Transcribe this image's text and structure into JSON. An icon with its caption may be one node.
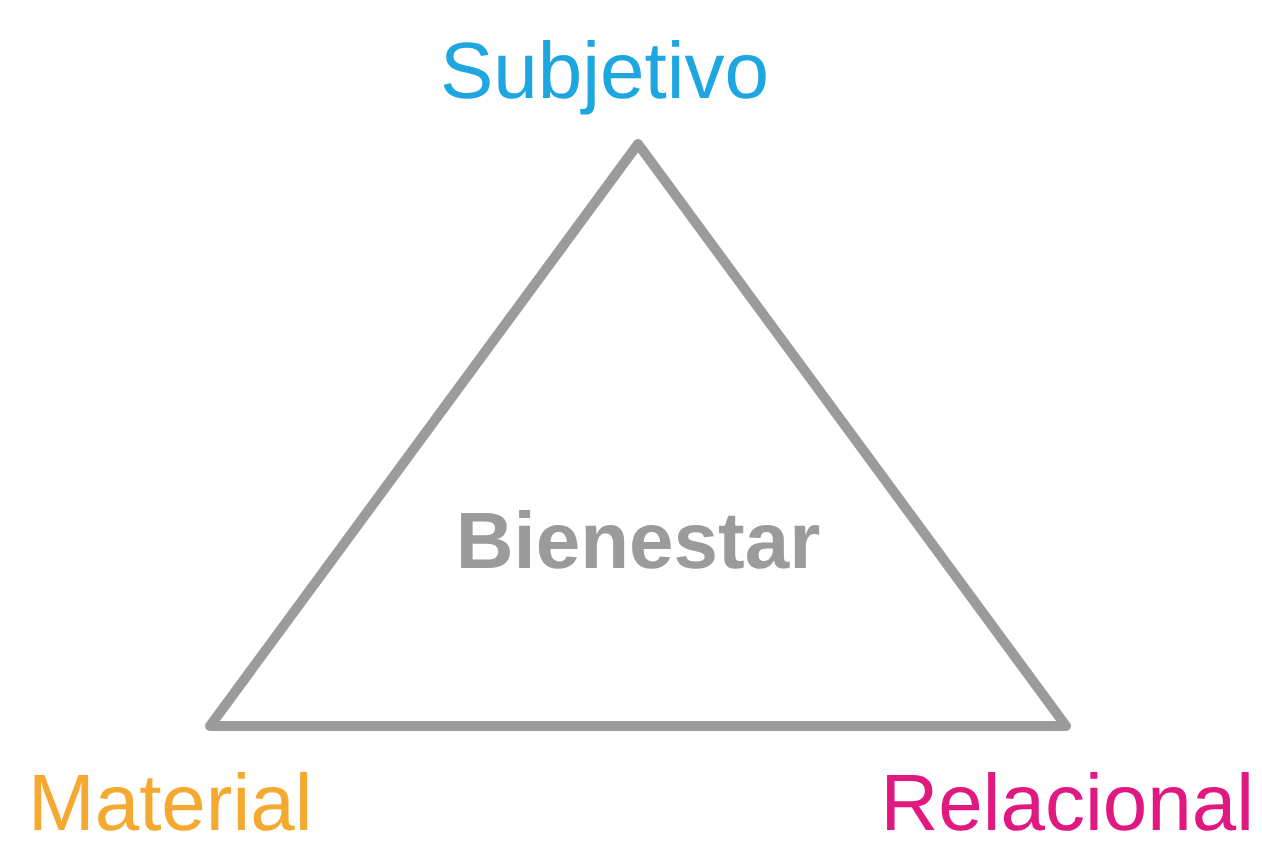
{
  "diagram": {
    "nodes": [
      {
        "text": [
          "Bienestar"
        ]
      }
    ],
    "labels": [
      "Subjetivo",
      "Material",
      "Relacional"
    ]
  }
}
